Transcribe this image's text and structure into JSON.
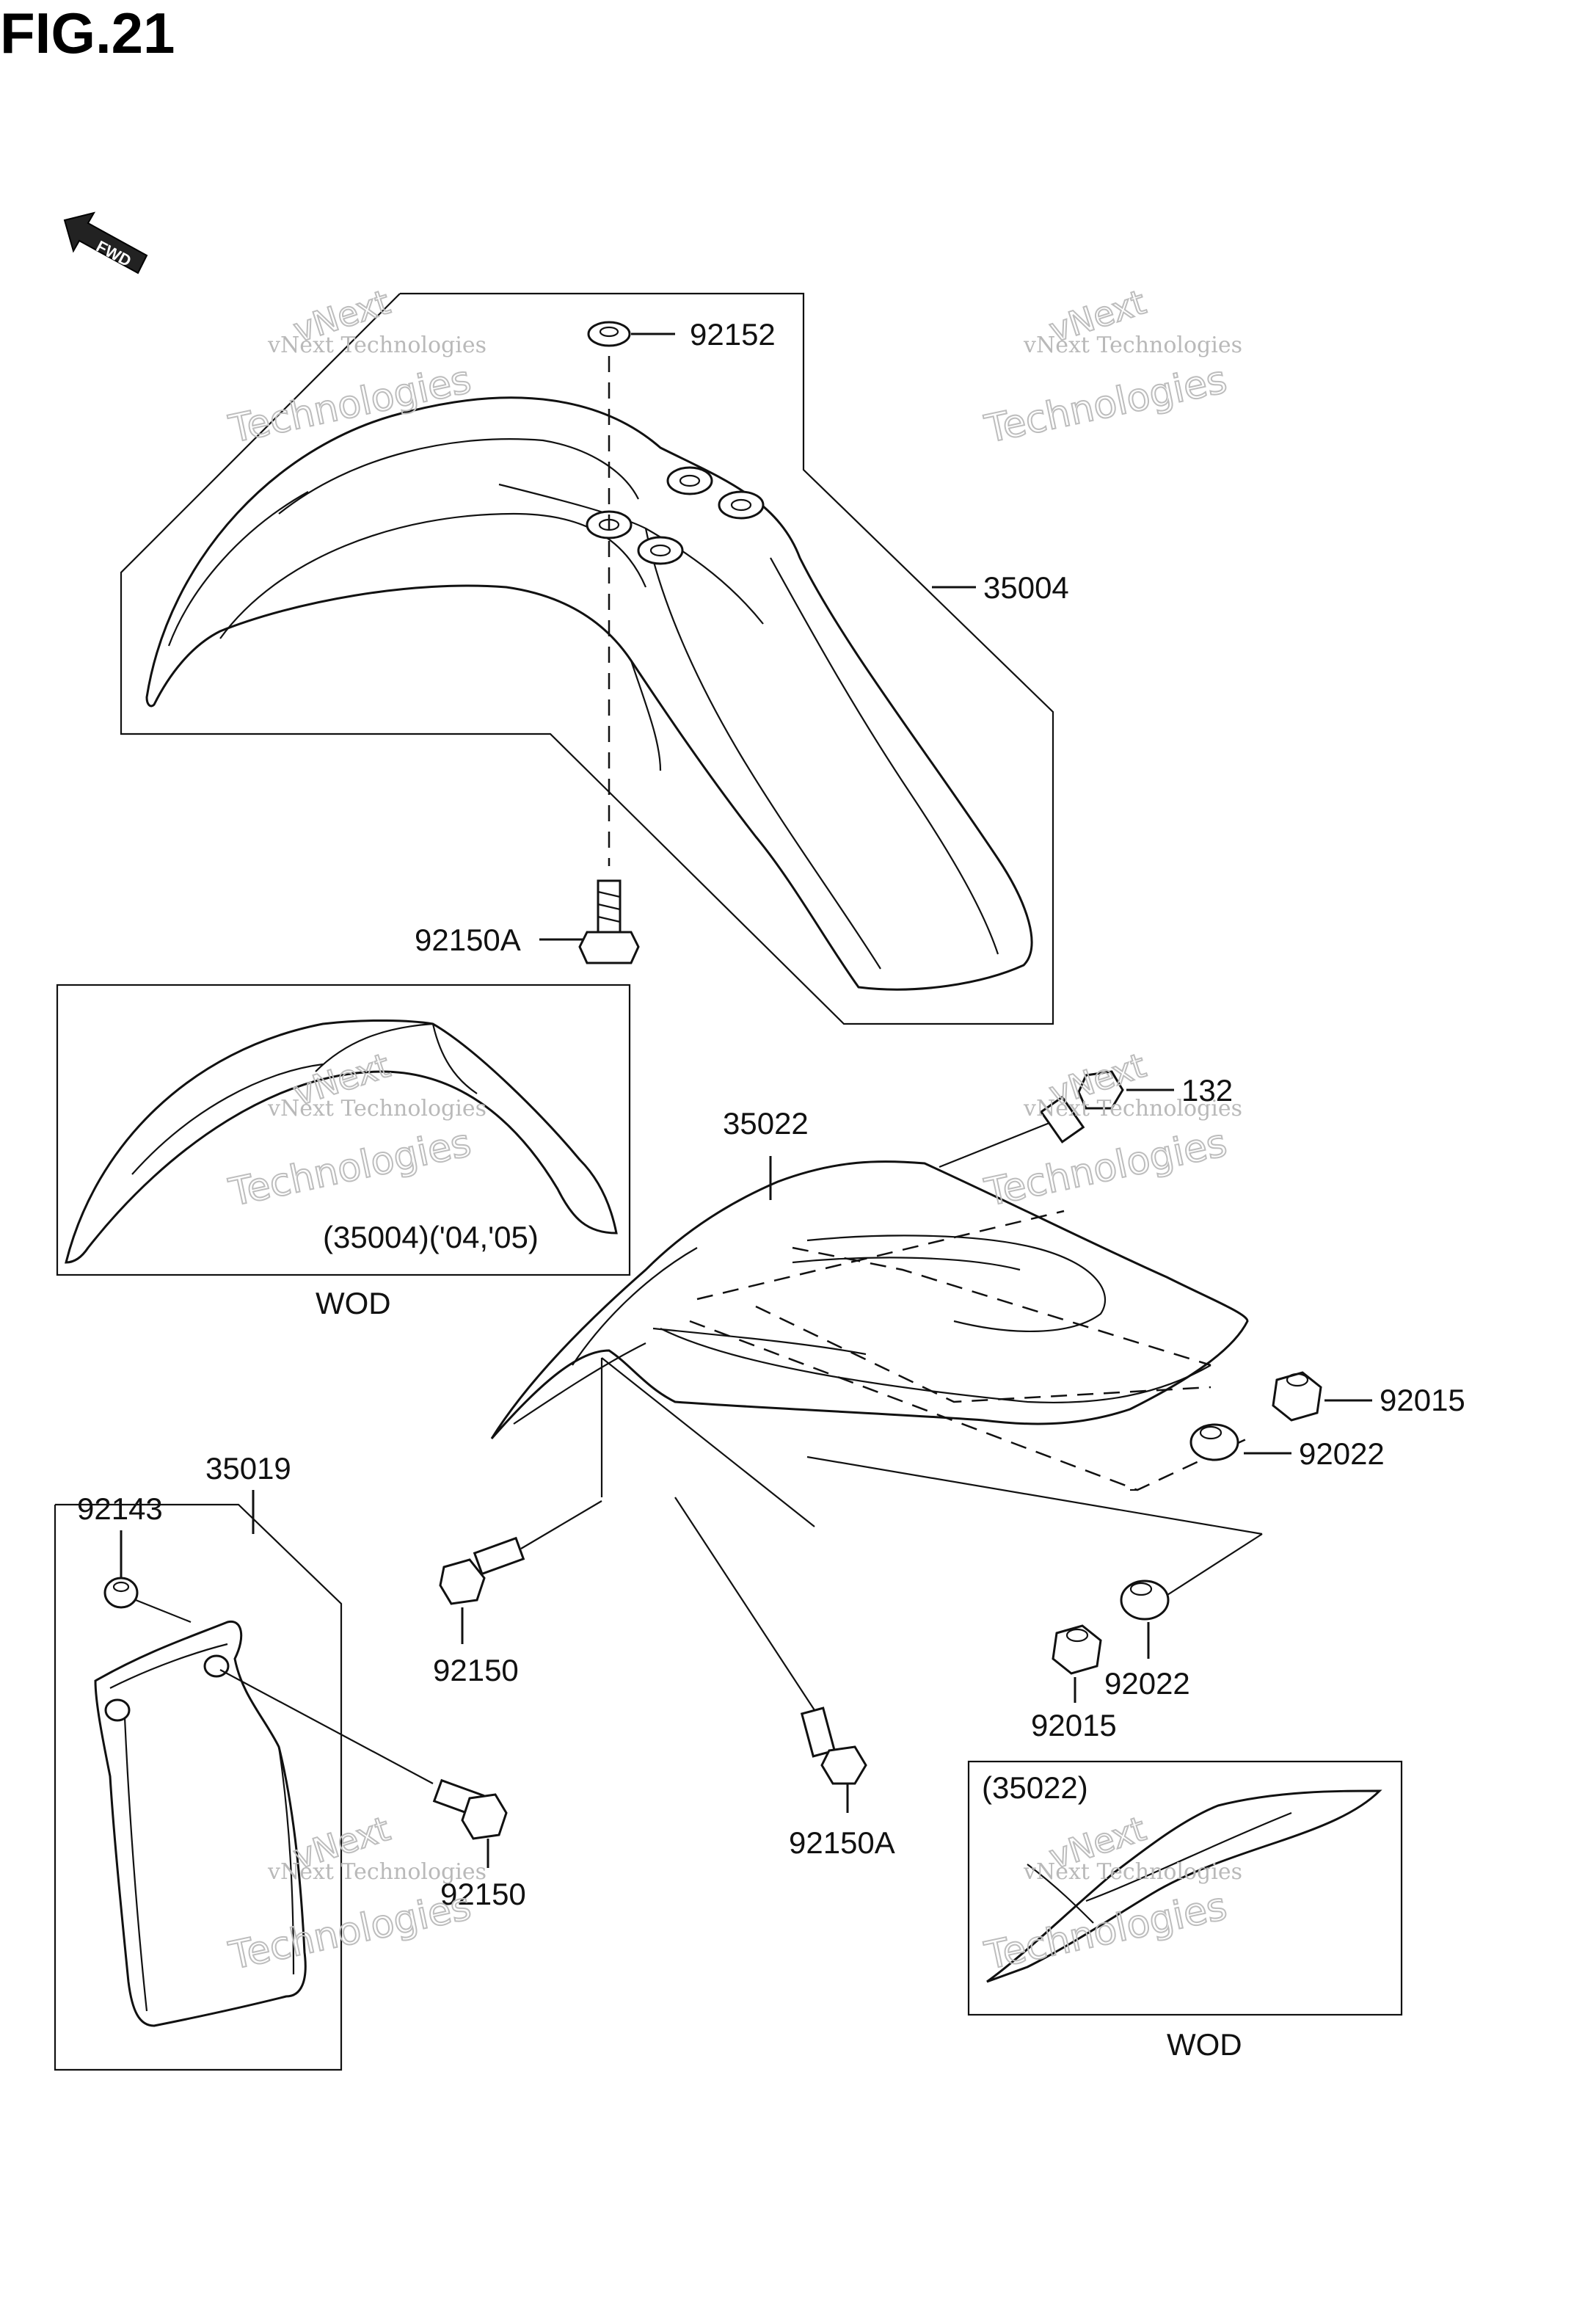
{
  "figure": {
    "title": "FIG.21"
  },
  "fwd_icon": {
    "label": "FWD",
    "icon": "forward-arrow-icon"
  },
  "watermark": {
    "line1": "vNext Technologies",
    "line2": "vNext",
    "line3": "Technologies"
  },
  "part_numbers": {
    "p92152": "92152",
    "p35004": "35004",
    "p92150A_top": "92150A",
    "p132": "132",
    "p35022": "35022",
    "p92015_right": "92015",
    "p92022_right": "92022",
    "p35019": "35019",
    "p92143": "92143",
    "p92150_mid": "92150",
    "p92015_bottom": "92015",
    "p92022_bottom": "92022",
    "p92150A_bottom": "92150A",
    "p92150_left": "92150"
  },
  "insets": {
    "front_fender_variant": {
      "caption": "(35004)('04,'05)",
      "label": "WOD"
    },
    "rear_fender_variant": {
      "caption": "(35022)",
      "label": "WOD"
    }
  }
}
